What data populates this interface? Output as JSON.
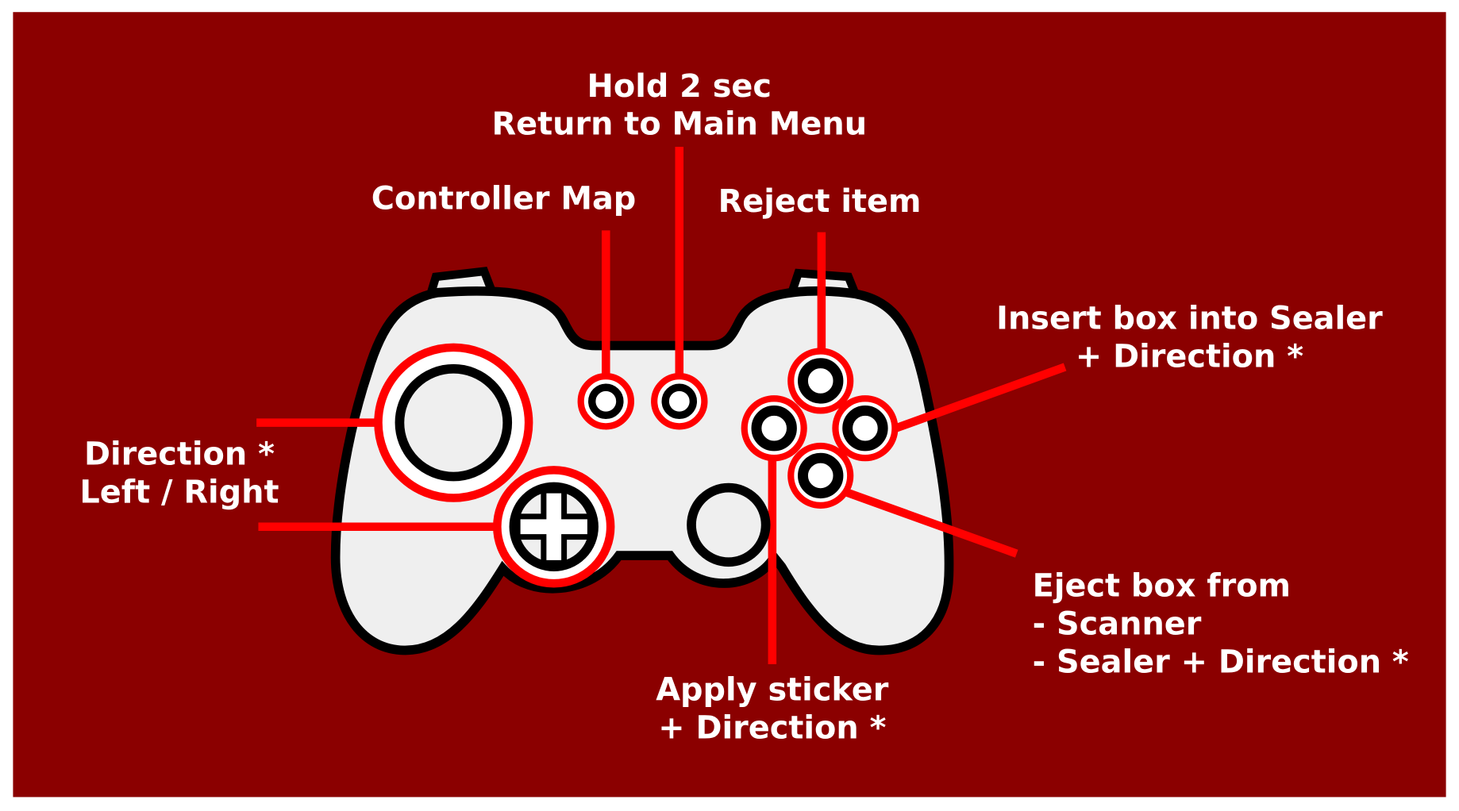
{
  "colors": {
    "background": "#8b0000",
    "accent": "#ff0000",
    "controller": "#efefef",
    "outline": "#000000"
  },
  "labels": {
    "hold_line1": "Hold 2 sec",
    "hold_line2": "Return to Main Menu",
    "controller_map": "Controller Map",
    "reject_item": "Reject item",
    "insert_line1": "Insert box into Sealer",
    "insert_line2": "+ Direction *",
    "direction_line1": "Direction *",
    "direction_line2": "Left / Right",
    "eject_line1": "Eject box from",
    "eject_line2": "- Scanner",
    "eject_line3": "- Sealer + Direction *",
    "apply_line1": "Apply sticker",
    "apply_line2": "+ Direction *"
  }
}
